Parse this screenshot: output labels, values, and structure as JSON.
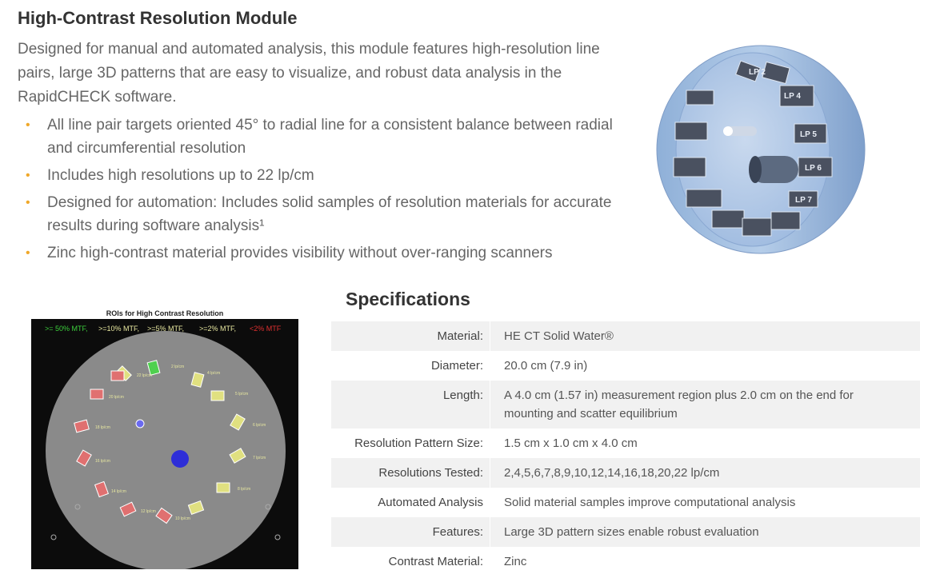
{
  "module": {
    "title": "High-Contrast Resolution Module",
    "intro": "Designed for manual and automated analysis, this module features high-resolution line pairs, large 3D patterns that are easy to visualize, and robust data analysis in the RapidCHECK software.",
    "bullets": [
      "All line pair targets oriented 45° to radial line for a consistent balance between radial and circumferential resolution",
      "Includes high resolutions up to 22 lp/cm",
      "Designed for automation: Includes solid samples of resolution materials for accurate results during software analysis¹",
      "Zinc high-contrast material provides visibility without over-ranging scanners"
    ],
    "bullet_color": "#f0a82a"
  },
  "phantom": {
    "labels": [
      "LP 2",
      "LP 4",
      "LP 5",
      "LP 6",
      "LP 7"
    ]
  },
  "roi_panel": {
    "title": "ROIs for High Contrast Resolution",
    "legend": [
      {
        "text": ">= 50% MTF,",
        "color": "#3ccf3c"
      },
      {
        "text": ">=10% MTF,",
        "color": "#e8e8a0"
      },
      {
        "text": ">=5% MTF,",
        "color": "#e8e8a0"
      },
      {
        "text": ">=2% MTF,",
        "color": "#e8e8a0"
      },
      {
        "text": "<2% MTF",
        "color": "#e03030"
      }
    ],
    "labels": [
      "2 lp/cm",
      "4 lp/cm",
      "5 lp/cm",
      "6 lp/cm",
      "7 lp/cm",
      "8 lp/cm",
      "10 lp/cm",
      "12 lp/cm",
      "14 lp/cm",
      "16 lp/cm",
      "18 lp/cm",
      "20 lp/cm",
      "22 lp/cm"
    ]
  },
  "specs": {
    "title": "Specifications",
    "rows": [
      {
        "label": "Material:",
        "value": "HE CT Solid Water®"
      },
      {
        "label": "Diameter:",
        "value": "20.0 cm (7.9 in)"
      },
      {
        "label": "Length:",
        "value": "A 4.0 cm (1.57 in) measurement region plus 2.0 cm on the end for mounting and scatter equilibrium"
      },
      {
        "label": "Resolution Pattern Size:",
        "value": "1.5 cm x 1.0 cm x 4.0 cm"
      },
      {
        "label": "Resolutions Tested:",
        "value": "2,4,5,6,7,8,9,10,12,14,16,18,20,22 lp/cm"
      },
      {
        "label": "Automated Analysis",
        "value": "Solid material samples improve computational analysis"
      },
      {
        "label": "Features:",
        "value": "Large 3D pattern sizes enable robust evaluation"
      },
      {
        "label": "Contrast Material:",
        "value": "Zinc"
      }
    ]
  }
}
